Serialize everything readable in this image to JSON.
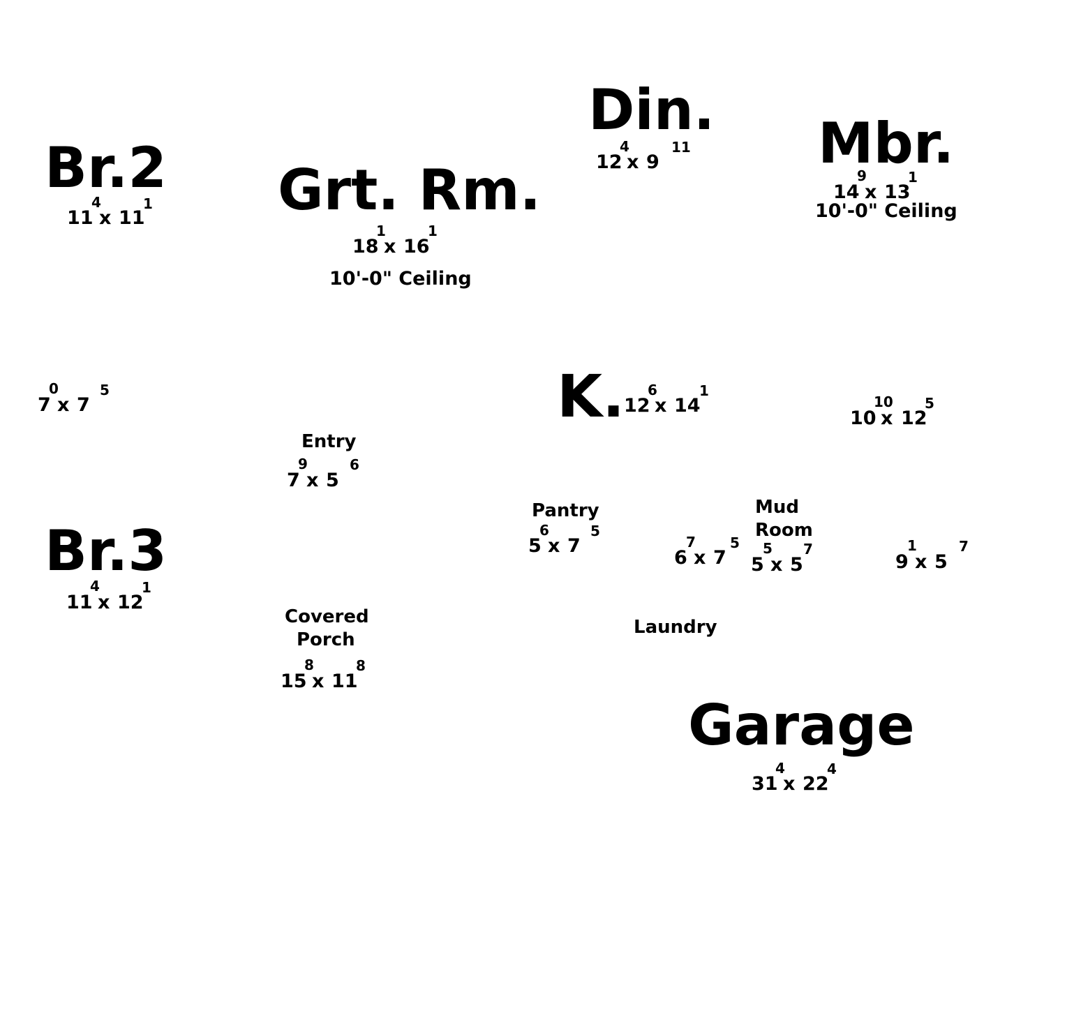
{
  "rooms": {
    "br2": {
      "name": "Br.2",
      "w": "11",
      "w_in": "4",
      "x": "x",
      "d": "11",
      "d_in": "1"
    },
    "grt": {
      "name": "Grt. Rm.",
      "w": "18",
      "w_in": "1",
      "x": "x",
      "d": "16",
      "d_in": "1",
      "ceiling": "10'-0\" Ceiling"
    },
    "din": {
      "name": "Din.",
      "w": "12",
      "w_in": "4",
      "x": "x",
      "d": "9",
      "d_in": "11"
    },
    "mbr": {
      "name": "Mbr.",
      "w": "14",
      "w_in": "9",
      "x": "x",
      "d": "13",
      "d_in": "1",
      "ceiling": "10'-0\" Ceiling"
    },
    "room_7x7": {
      "w": "7",
      "w_in": "0",
      "x": "x",
      "d": "7",
      "d_in": "5"
    },
    "k": {
      "name": "K.",
      "w": "12",
      "w_in": "6",
      "x": "x",
      "d": "14",
      "d_in": "1"
    },
    "room_10x12": {
      "w": "10",
      "w_in": "10",
      "x": "x",
      "d": "12",
      "d_in": "5"
    },
    "entry": {
      "name": "Entry",
      "w": "7",
      "w_in": "9",
      "x": "x",
      "d": "5",
      "d_in": "6"
    },
    "pantry": {
      "name": "Pantry",
      "w": "5",
      "w_in": "6",
      "x": "x",
      "d": "7",
      "d_in": "5"
    },
    "room_6x7": {
      "w": "6",
      "w_in": "7",
      "x": "x",
      "d": "7",
      "d_in": "5"
    },
    "mud": {
      "name_line1": "Mud",
      "name_line2": "Room",
      "w": "5",
      "w_in": "5",
      "x": "x",
      "d": "5",
      "d_in": "7"
    },
    "room_9x5": {
      "w": "9",
      "w_in": "1",
      "x": "x",
      "d": "5",
      "d_in": "7"
    },
    "br3": {
      "name": "Br.3",
      "w": "11",
      "w_in": "4",
      "x": "x",
      "d": "12",
      "d_in": "1"
    },
    "porch": {
      "name_line1": "Covered",
      "name_line2": "Porch",
      "w": "15",
      "w_in": "8",
      "x": "x",
      "d": "11",
      "d_in": "8"
    },
    "laundry": {
      "name": "Laundry"
    },
    "garage": {
      "name": "Garage",
      "w": "31",
      "w_in": "4",
      "x": "x",
      "d": "22",
      "d_in": "4"
    }
  }
}
